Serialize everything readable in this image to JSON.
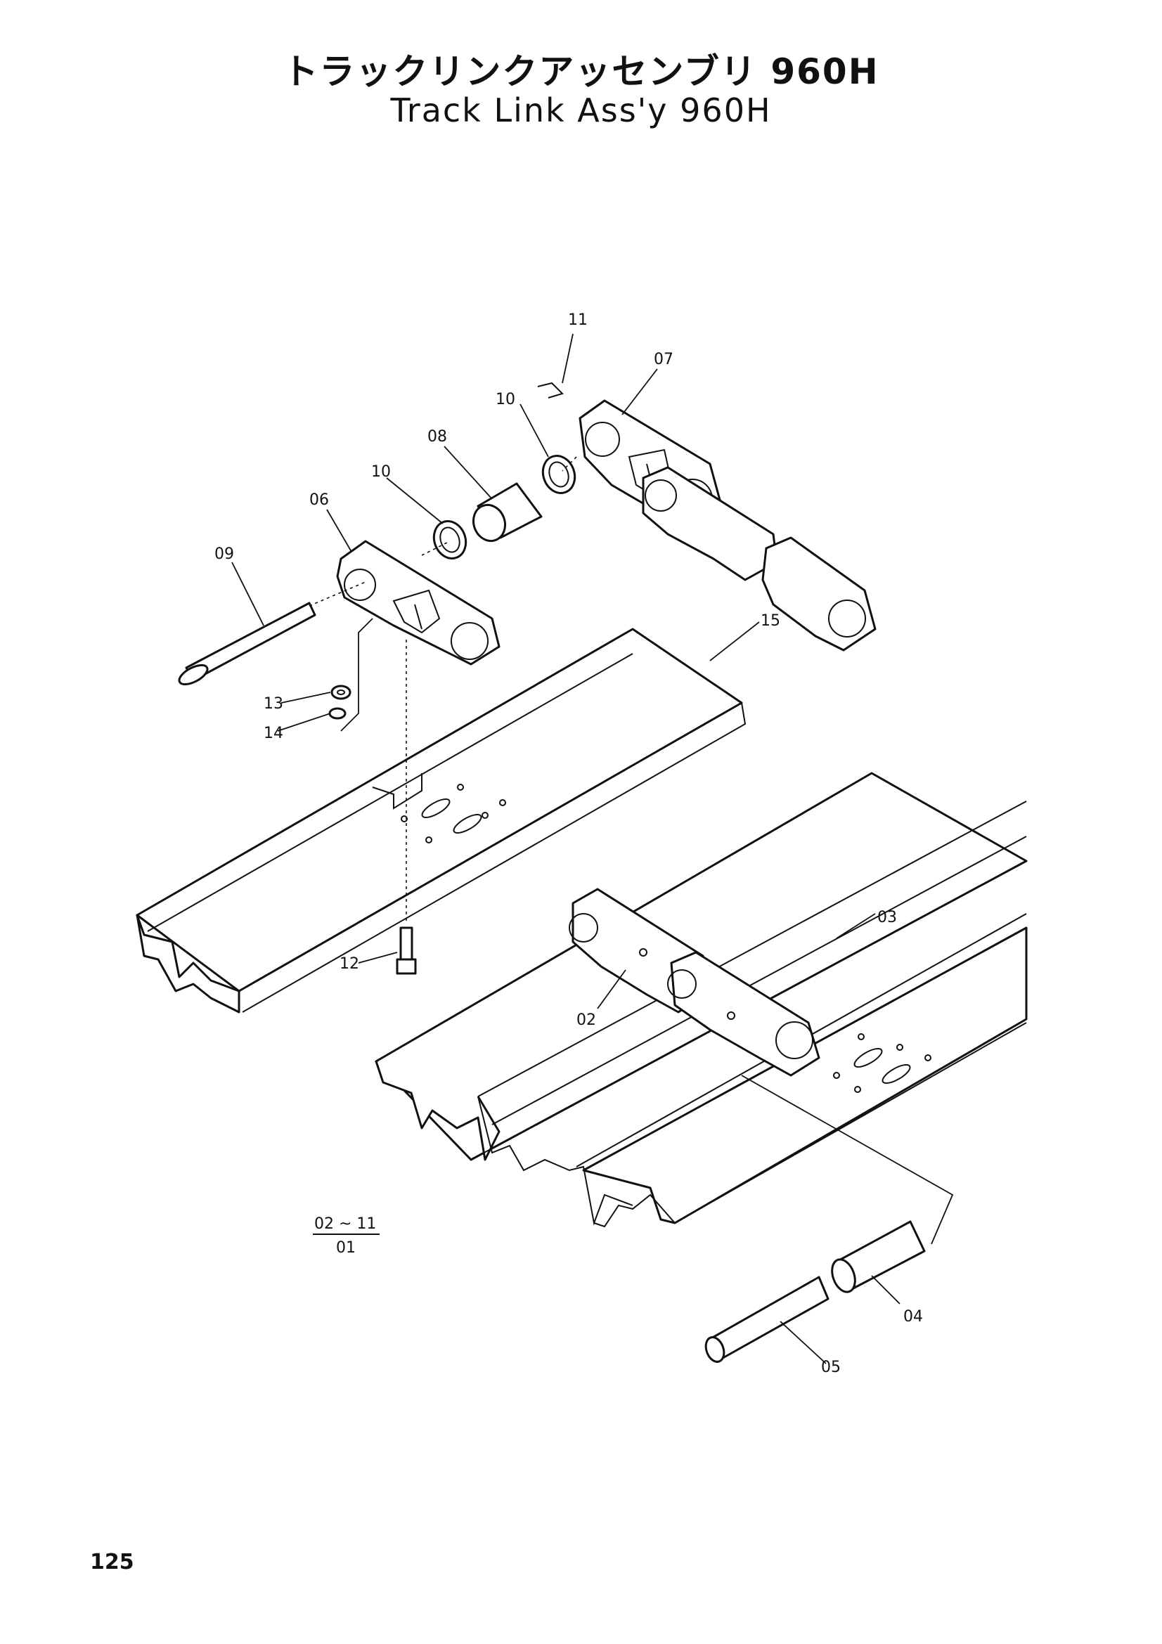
{
  "title": {
    "jp": "トラックリンクアッセンブリ 960H",
    "en": "Track Link Ass'y 960H"
  },
  "page_number": "125",
  "callouts": {
    "c11": "11",
    "c07": "07",
    "c10a": "10",
    "c08": "08",
    "c10b": "10",
    "c06": "06",
    "c09": "09",
    "c15": "15",
    "c13": "13",
    "c14": "14",
    "c12": "12",
    "c03": "03",
    "c02": "02",
    "c04": "04",
    "c05": "05"
  },
  "assembly_note": {
    "numerator": "02 ~ 11",
    "denominator": "01"
  }
}
